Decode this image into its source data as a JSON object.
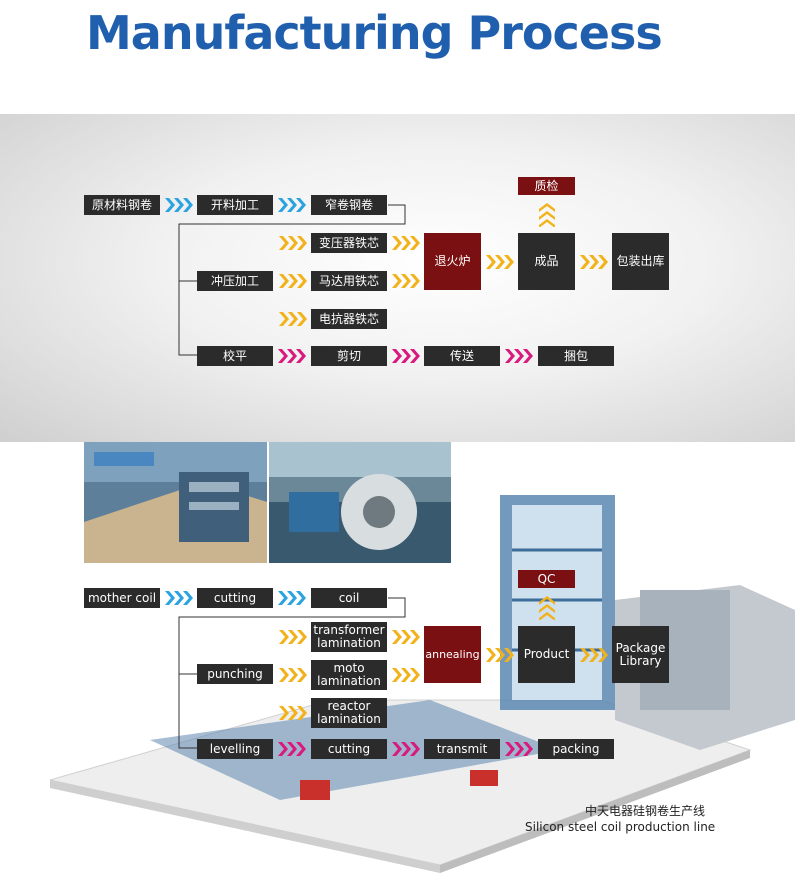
{
  "title": "Manufacturing Process",
  "colors": {
    "title": "#1f5fae",
    "box": "#2b2b2b",
    "red": "#7b1013",
    "blue_arrow": "#2aa3e0",
    "yellow_arrow": "#f2b21b",
    "pink_arrow": "#d8197e"
  },
  "cn": {
    "raw": "原材料钢卷",
    "slit": "开料加工",
    "narrow": "窄卷钢卷",
    "transformer": "变压器铁芯",
    "punch": "冲压加工",
    "motor": "马达用铁芯",
    "reactor": "电抗器铁芯",
    "anneal": "退火炉",
    "product": "成品",
    "qc": "质检",
    "pack": "包装出库",
    "level": "校平",
    "cut": "剪切",
    "transmit": "传送",
    "bundle": "捆包"
  },
  "en": {
    "raw": "mother coil",
    "slit": "cutting",
    "narrow": "coil",
    "transformer": "transformer lamination",
    "punch": "punching",
    "motor": "moto lamination",
    "reactor": "reactor lamination",
    "anneal": "annealing",
    "product": "Product",
    "qc": "QC",
    "pack": "Package Library",
    "level": "levelling",
    "cut": "cutting",
    "transmit": "transmit",
    "bundle": "packing"
  },
  "caption": {
    "cn": "中天电器硅钢卷生产线",
    "en": "Silicon steel coil production line"
  },
  "icons": [
    "chevron-arrow-icon",
    "up-chevron-icon"
  ]
}
